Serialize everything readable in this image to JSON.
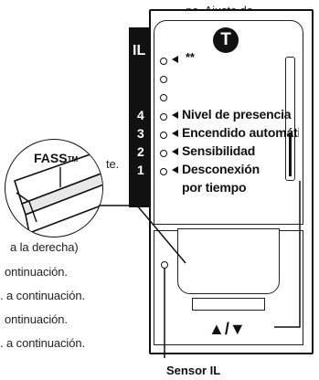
{
  "side_text": [
    "po, Ajuste de",
    "te.",
    "a la derecha)",
    "ontinuación.",
    ". a continuación.",
    "ontinuación.",
    ". a continuación."
  ],
  "device": {
    "logo_letter": "T",
    "il_label": "IL",
    "indicator_top_label": "**",
    "modes": [
      {
        "num": "4",
        "label": "Nivel de presencia"
      },
      {
        "num": "3",
        "label": "Encendido automáti"
      },
      {
        "num": "2",
        "label": "Sensibilidad"
      },
      {
        "num": "1",
        "label": "Desconexión"
      }
    ],
    "mode1_label_line2": "por tiempo",
    "updown_label": "▲/▼",
    "sensor_label": "Sensor IL",
    "fass_label": "FASS",
    "fass_tm": "TM"
  }
}
